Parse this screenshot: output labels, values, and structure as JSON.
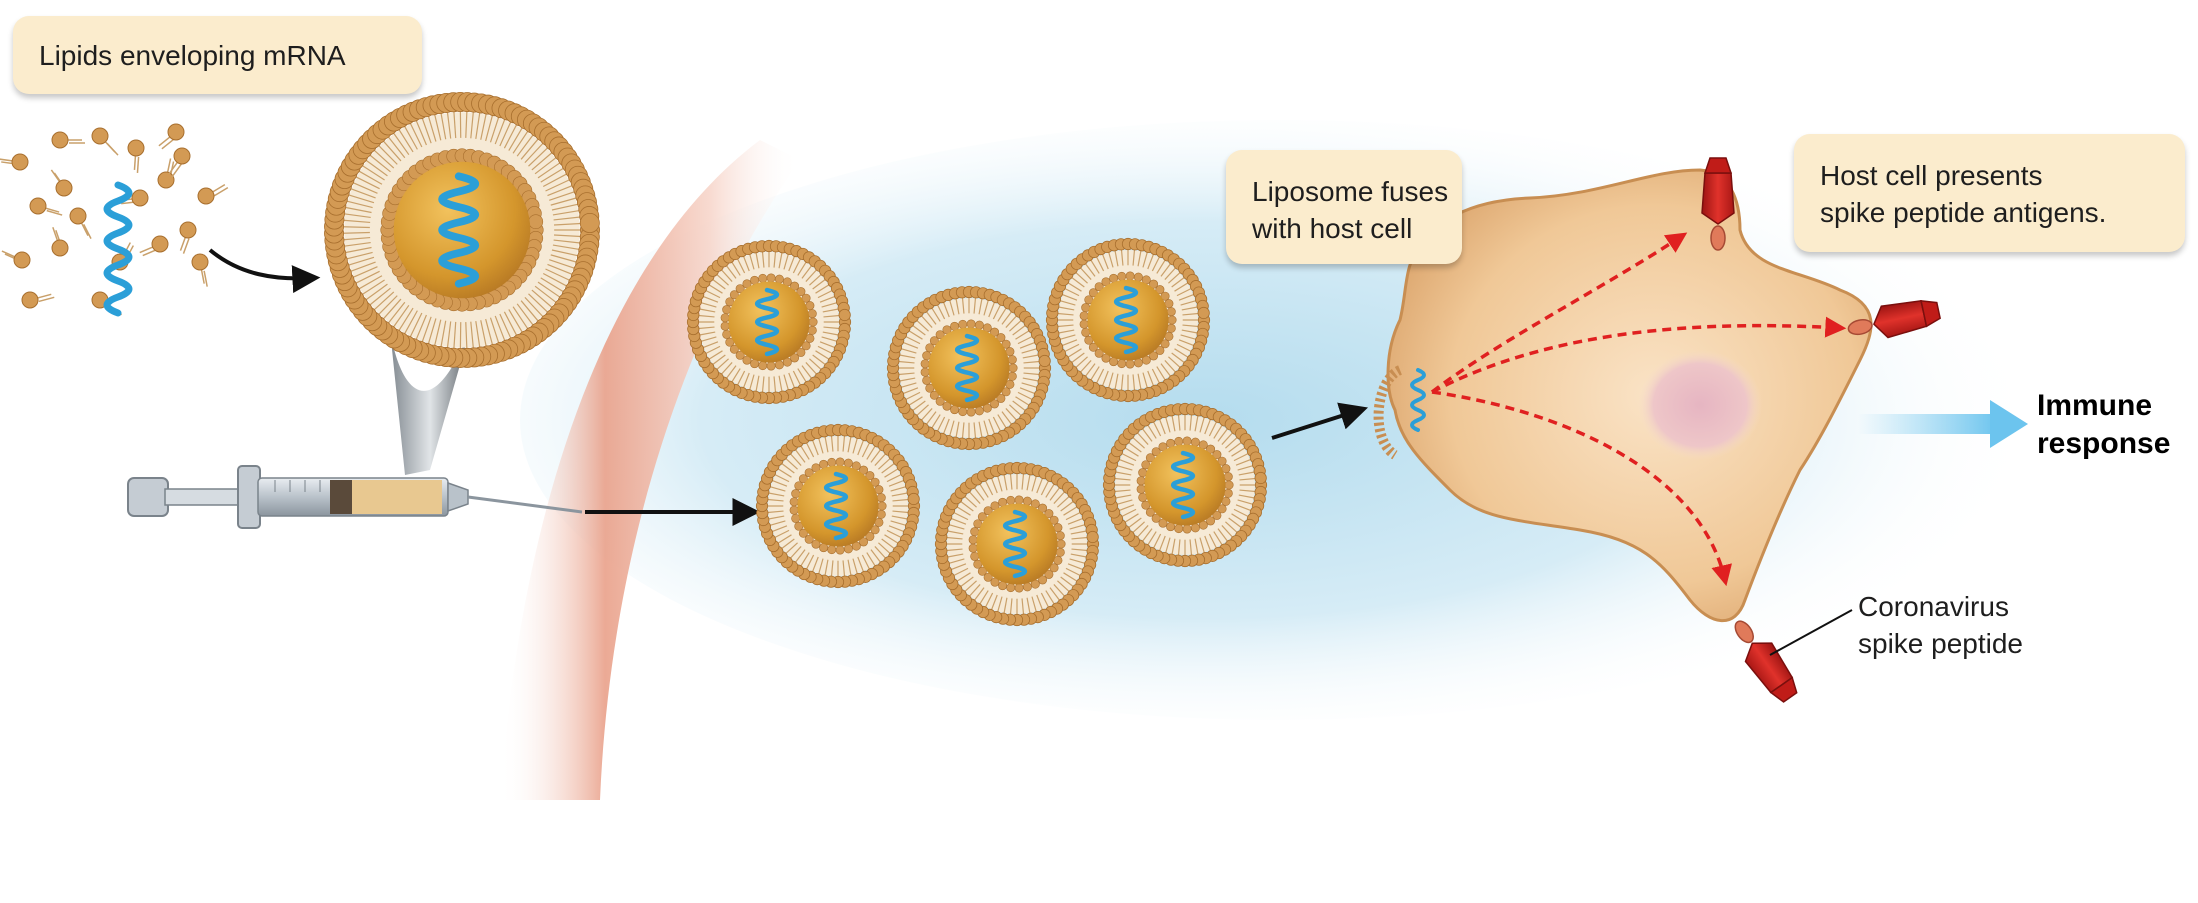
{
  "labels": {
    "lipids": "Lipids enveloping mRNA",
    "fuses_line1": "Liposome fuses",
    "fuses_line2": "with host cell",
    "presents_line1": "Host cell presents",
    "presents_line2": "spike peptide antigens.",
    "spike_line1": "Coronavirus",
    "spike_line2": "spike peptide",
    "immune_line1": "Immune",
    "immune_line2": "response"
  },
  "colors": {
    "lipid": "#d39a54",
    "mrna": "#2b9fd8",
    "callout_bg": "#fbeccd",
    "cell": "#efc896",
    "spike": "#d2201c",
    "arrow_red": "#e02020",
    "immune_arrow": "#7ccbef",
    "skin": "#e9a089"
  },
  "icons": {
    "mrna": "blue-helix-icon",
    "liposome": "lipid-bilayer-sphere-icon",
    "syringe": "syringe-icon",
    "spike": "spike-peptide-icon"
  }
}
